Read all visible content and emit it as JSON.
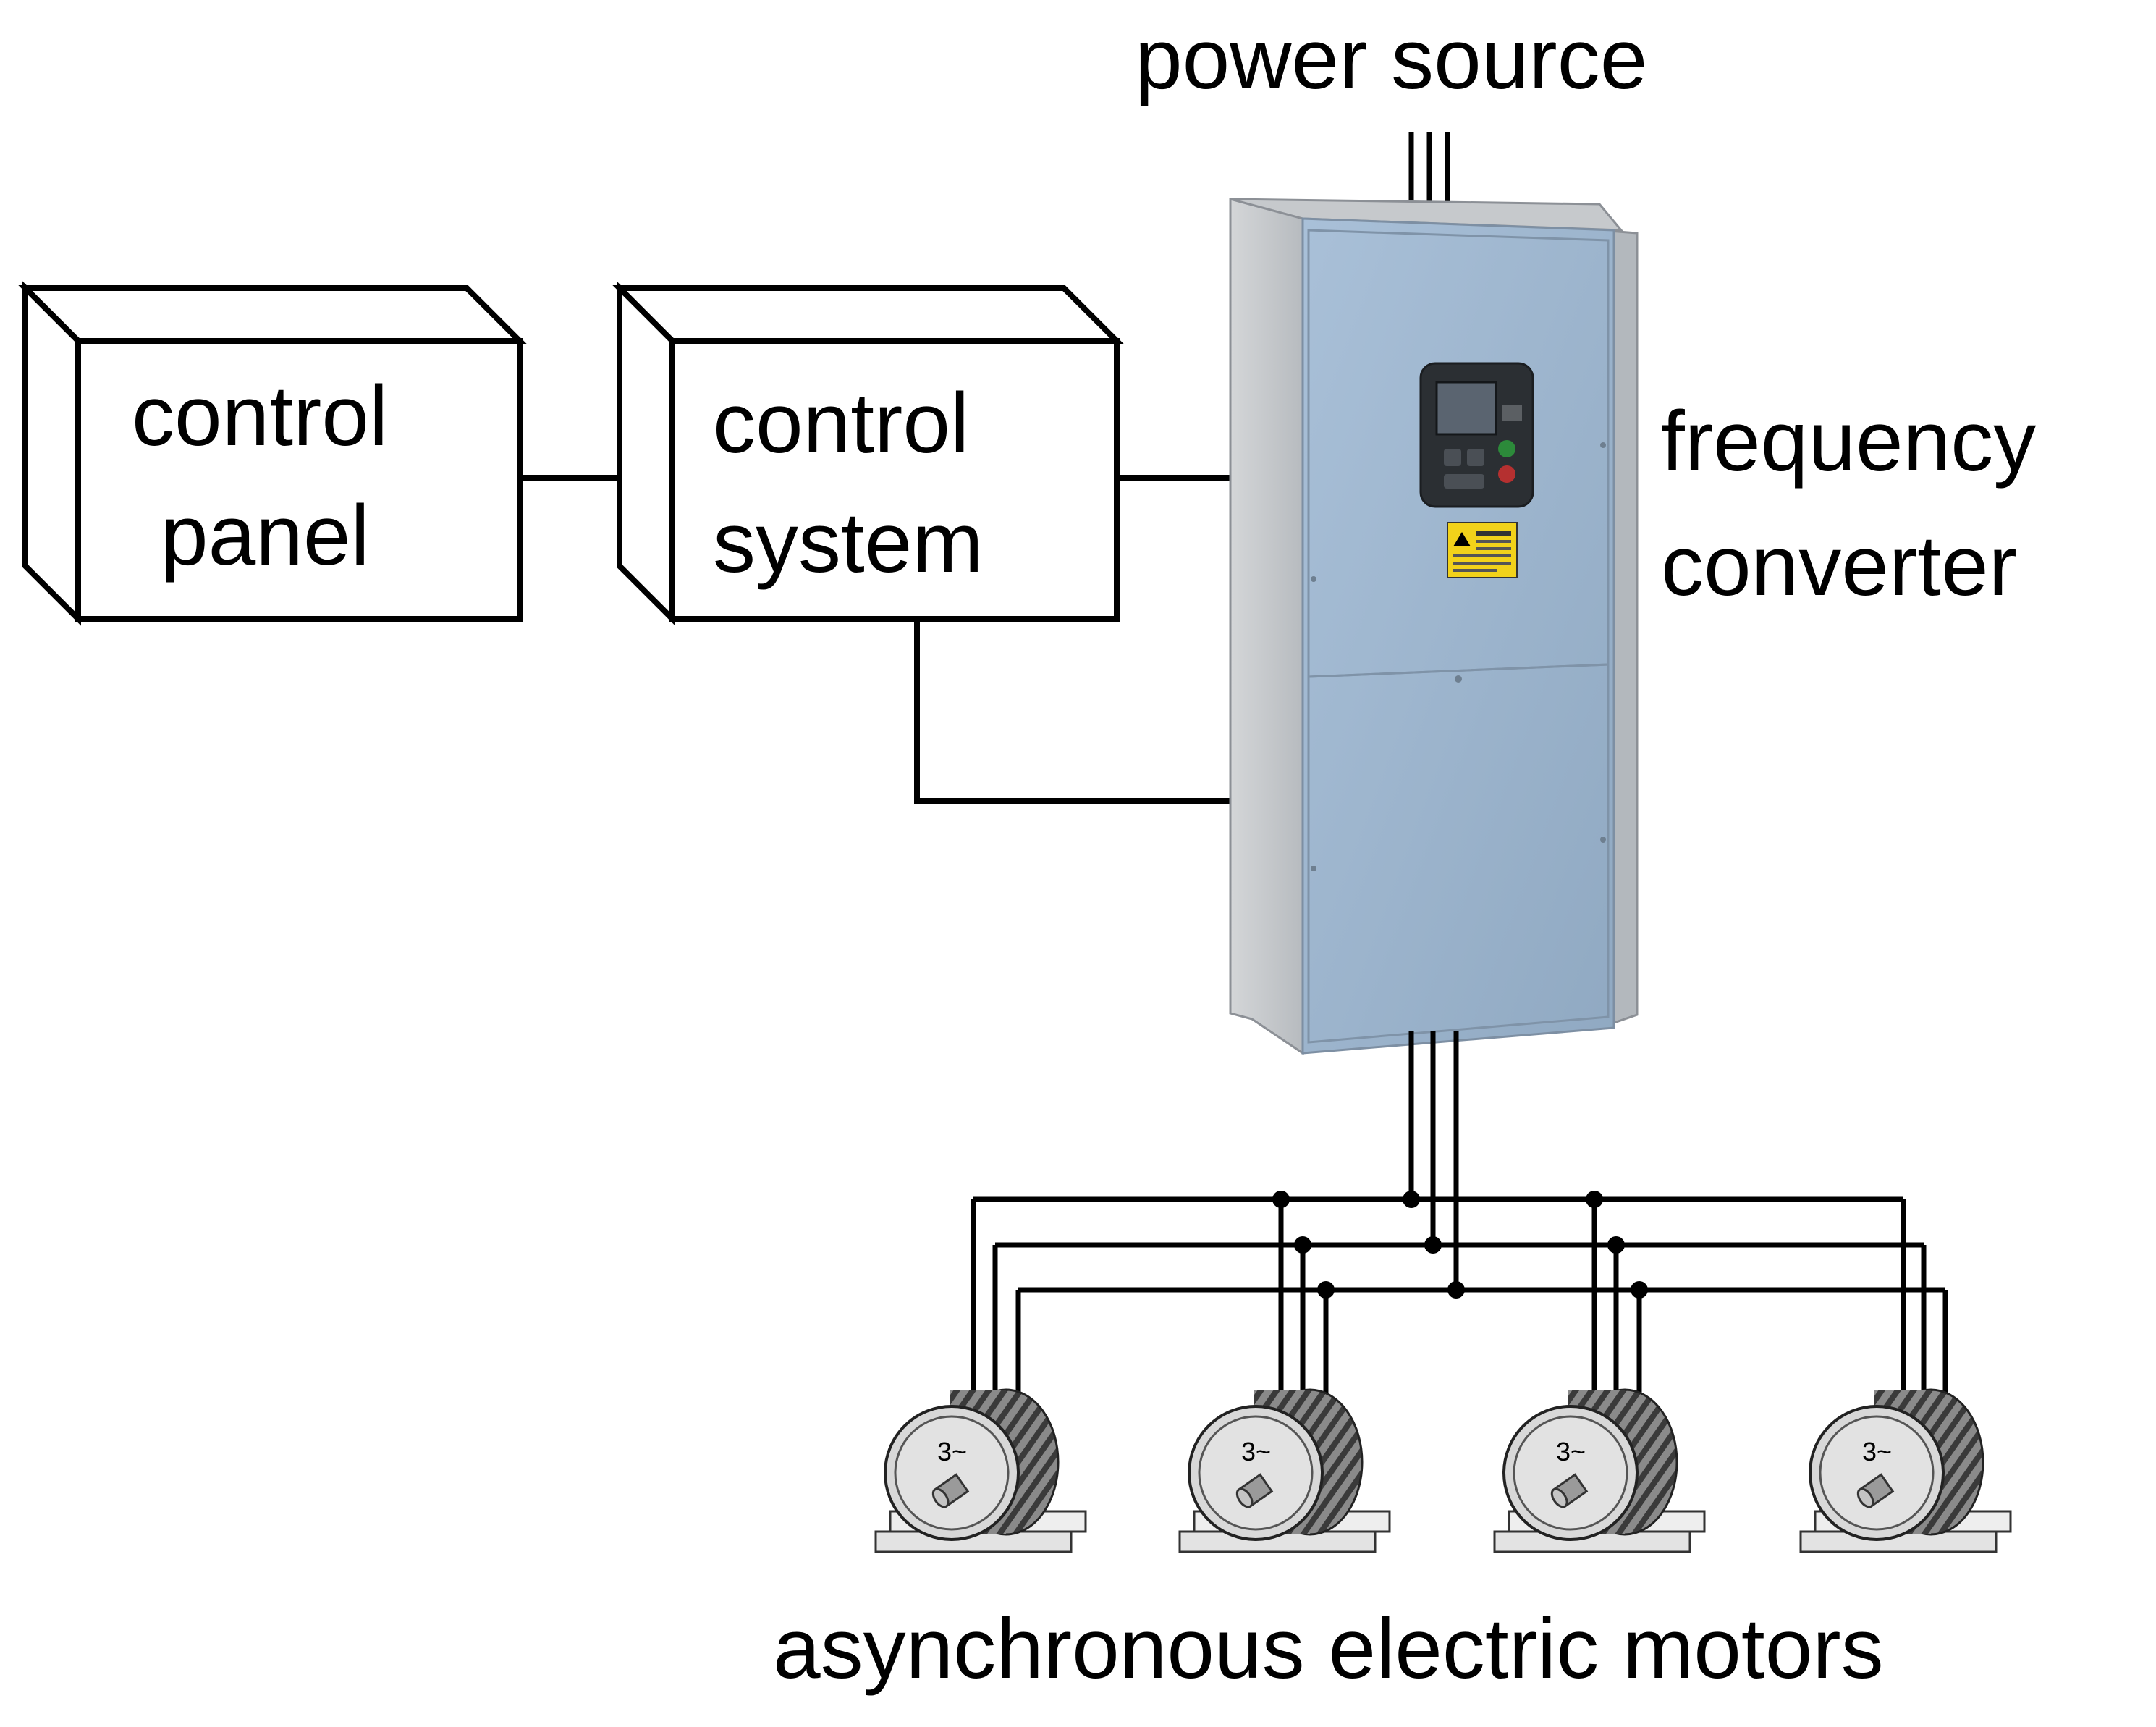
{
  "labels": {
    "power_source": "power source",
    "control_panel_line1": "control",
    "control_panel_line2": "panel",
    "control_system_line1": "control",
    "control_system_line2": "system",
    "frequency_converter_line1": "frequency",
    "frequency_converter_line2": "converter",
    "motors": "asynchronous electric motors"
  },
  "motors": [
    {
      "symbol": "3~"
    },
    {
      "symbol": "3~"
    },
    {
      "symbol": "3~"
    },
    {
      "symbol": "3~"
    }
  ],
  "colors": {
    "line": "#000000",
    "converter_panel": "#9fb7cf",
    "converter_side": "#c9ccce",
    "keypad": "#2b2f33",
    "warning_label": "#f2d21a",
    "motor_body": "#d8d8d8",
    "motor_fins": "#555555"
  },
  "icons": {
    "converter": "frequency-converter-device",
    "motor": "three-phase-motor-icon",
    "keypad": "keypad-display-icon",
    "warning": "warning-sticker-icon"
  }
}
